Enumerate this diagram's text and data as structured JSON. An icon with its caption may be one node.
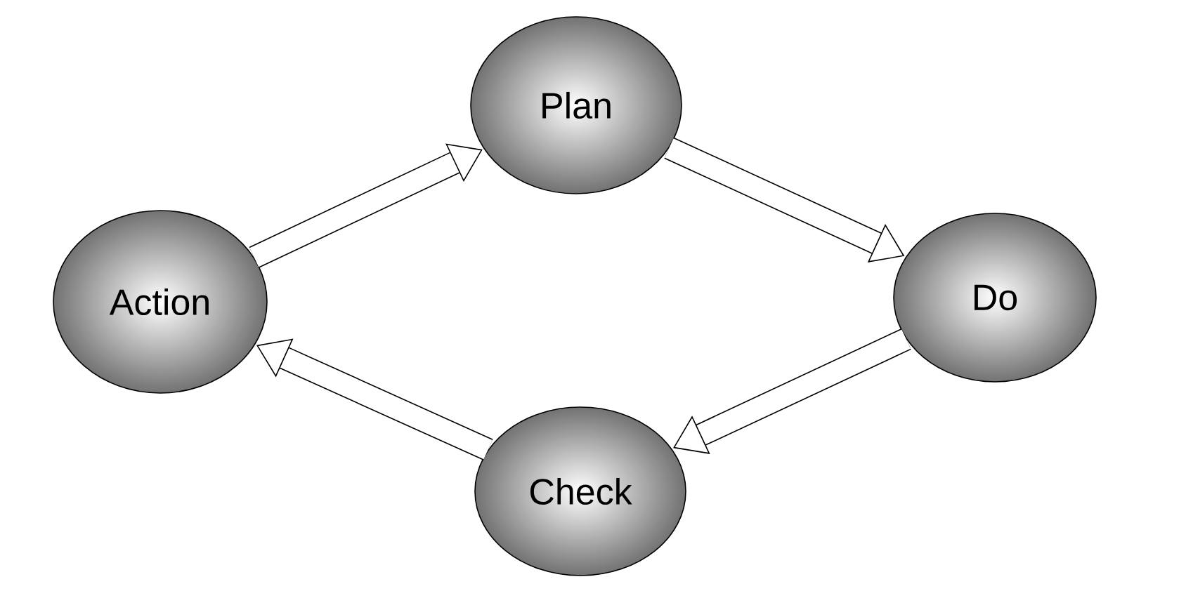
{
  "diagram": {
    "nodes": [
      {
        "text": [
          "Plan"
        ]
      },
      {
        "text": [
          "Do"
        ]
      },
      {
        "text": [
          "Check"
        ]
      },
      {
        "text": [
          "Action"
        ]
      }
    ],
    "edges": [
      {
        "from": 3,
        "to": 0,
        "arrow": "to"
      },
      {
        "from": 0,
        "to": 1,
        "arrow": "to"
      },
      {
        "from": 1,
        "to": 2,
        "arrow": "to"
      },
      {
        "from": 2,
        "to": 3,
        "arrow": "to"
      }
    ]
  }
}
